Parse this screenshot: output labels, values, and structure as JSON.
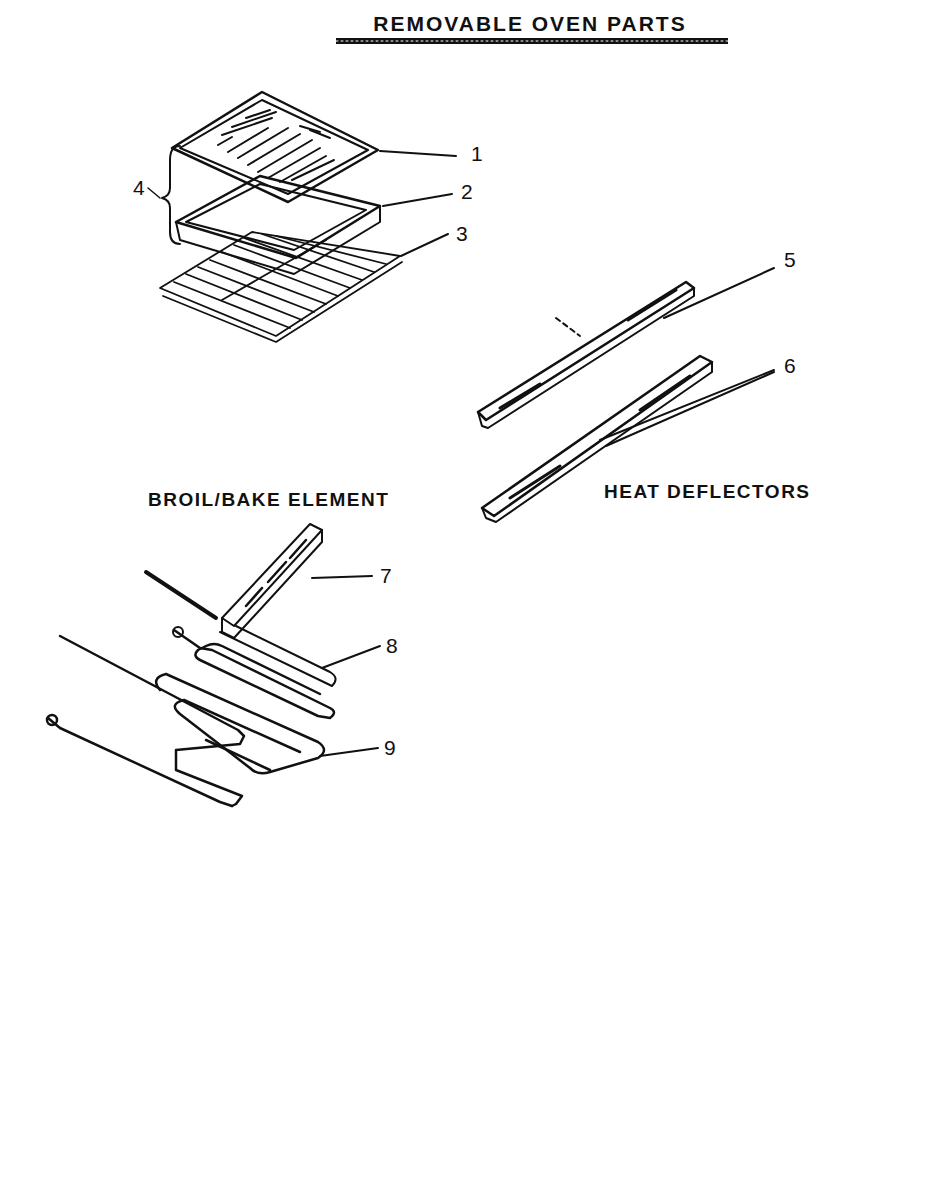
{
  "diagram": {
    "title": "REMOVABLE OVEN PARTS",
    "labels": [
      "1",
      "4",
      "2",
      "3",
      "5",
      "6",
      "BROIL/BAKE ELEMENT",
      "HEAT DEFLECTORS",
      "7",
      "8",
      "9"
    ]
  }
}
